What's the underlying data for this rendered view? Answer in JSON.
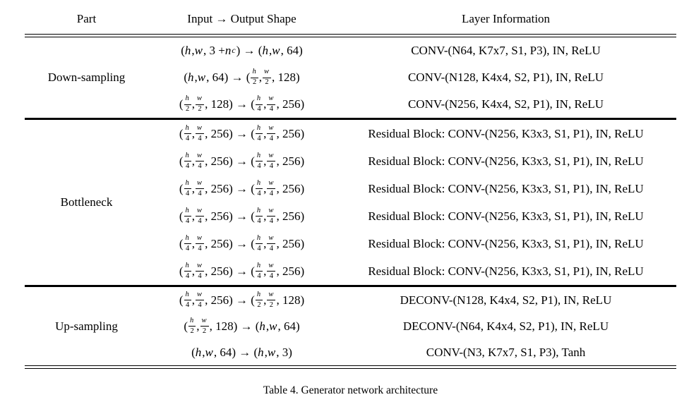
{
  "page": {
    "background_color": "#ffffff",
    "text_color": "#000000",
    "rule_color": "#000000"
  },
  "table": {
    "headers": {
      "part": "Part",
      "shape": "Input → Output Shape",
      "layer": "Layer Information"
    },
    "sections": [
      {
        "part": "Down-sampling",
        "rows": [
          {
            "shape": "(h, w, 3 + n_[c]) → (h, w, 64)",
            "layer": "CONV-(N64, K7x7, S1, P3), IN, ReLU"
          },
          {
            "shape": "(h, w, 64) → ([h/2], [w/2], 128)",
            "layer": "CONV-(N128, K4x4, S2, P1), IN, ReLU"
          },
          {
            "shape": "([h/2], [w/2], 128) → ([h/4], [w/4], 256)",
            "layer": "CONV-(N256, K4x4, S2, P1), IN, ReLU"
          }
        ]
      },
      {
        "part": "Bottleneck",
        "rows": [
          {
            "shape": "([h/4], [w/4], 256) → ([h/4], [w/4], 256)",
            "layer": "Residual Block: CONV-(N256, K3x3, S1, P1), IN, ReLU"
          },
          {
            "shape": "([h/4], [w/4], 256) → ([h/4], [w/4], 256)",
            "layer": "Residual Block: CONV-(N256, K3x3, S1, P1), IN, ReLU"
          },
          {
            "shape": "([h/4], [w/4], 256) → ([h/4], [w/4], 256)",
            "layer": "Residual Block: CONV-(N256, K3x3, S1, P1), IN, ReLU"
          },
          {
            "shape": "([h/4], [w/4], 256) → ([h/4], [w/4], 256)",
            "layer": "Residual Block: CONV-(N256, K3x3, S1, P1), IN, ReLU"
          },
          {
            "shape": "([h/4], [w/4], 256) → ([h/4], [w/4], 256)",
            "layer": "Residual Block: CONV-(N256, K3x3, S1, P1), IN, ReLU"
          },
          {
            "shape": "([h/4], [w/4], 256) → ([h/4], [w/4], 256)",
            "layer": "Residual Block: CONV-(N256, K3x3, S1, P1), IN, ReLU"
          }
        ]
      },
      {
        "part": "Up-sampling",
        "rows": [
          {
            "shape": "([h/4], [w/4], 256) → ([h/2], [w/2], 128)",
            "layer": "DECONV-(N128, K4x4, S2, P1), IN, ReLU"
          },
          {
            "shape": "([h/2], [w/2], 128) → (h, w, 64)",
            "layer": "DECONV-(N64, K4x4, S2, P1), IN, ReLU"
          },
          {
            "shape": "(h, w, 64) → (h, w, 3)",
            "layer": "CONV-(N3, K7x7, S1, P3), Tanh"
          }
        ]
      }
    ],
    "caption": "Table 4. Generator network architecture"
  }
}
